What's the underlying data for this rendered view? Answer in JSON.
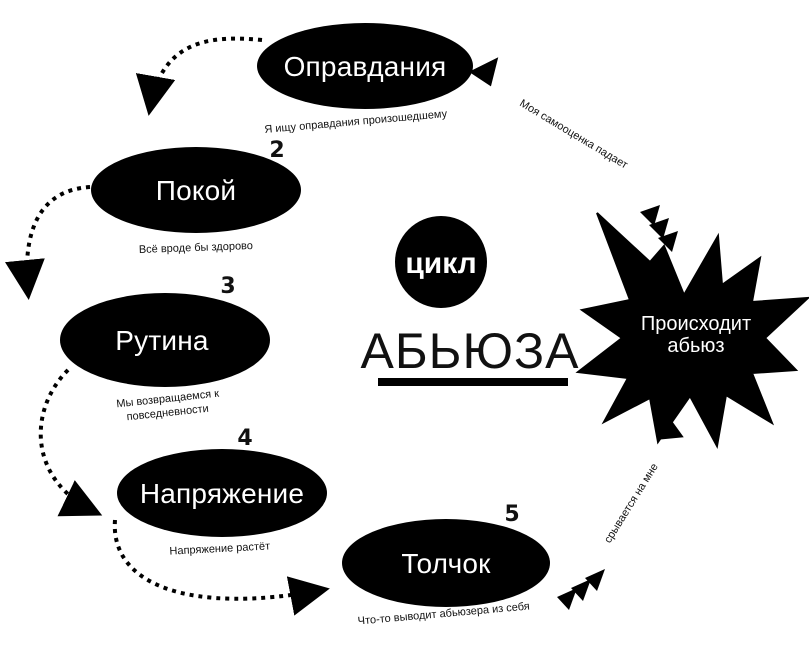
{
  "title": {
    "small": "цикл",
    "big": "АБЬЮЗА"
  },
  "nodes": [
    {
      "number": "",
      "label": "Оправдания",
      "caption": "Я ищу оправдания произошедшему"
    },
    {
      "number": "2",
      "label": "Покой",
      "caption": "Всё вроде бы здорово"
    },
    {
      "number": "3",
      "label": "Рутина",
      "caption_line1": "Мы возвращаемся к",
      "caption_line2": "повседневности"
    },
    {
      "number": "4",
      "label": "Напряжение",
      "caption": "Напряжение растёт"
    },
    {
      "number": "5",
      "label": "Толчок",
      "caption": "Что-то выводит абьюзера из себя"
    }
  ],
  "burst": {
    "line1": "Происходит",
    "line2": "абьюз"
  },
  "side_labels": {
    "right_up": "Моя самооценка падает",
    "right_down": "срывается на мне"
  },
  "colors": {
    "ink": "#000000",
    "paper": "#ffffff"
  }
}
